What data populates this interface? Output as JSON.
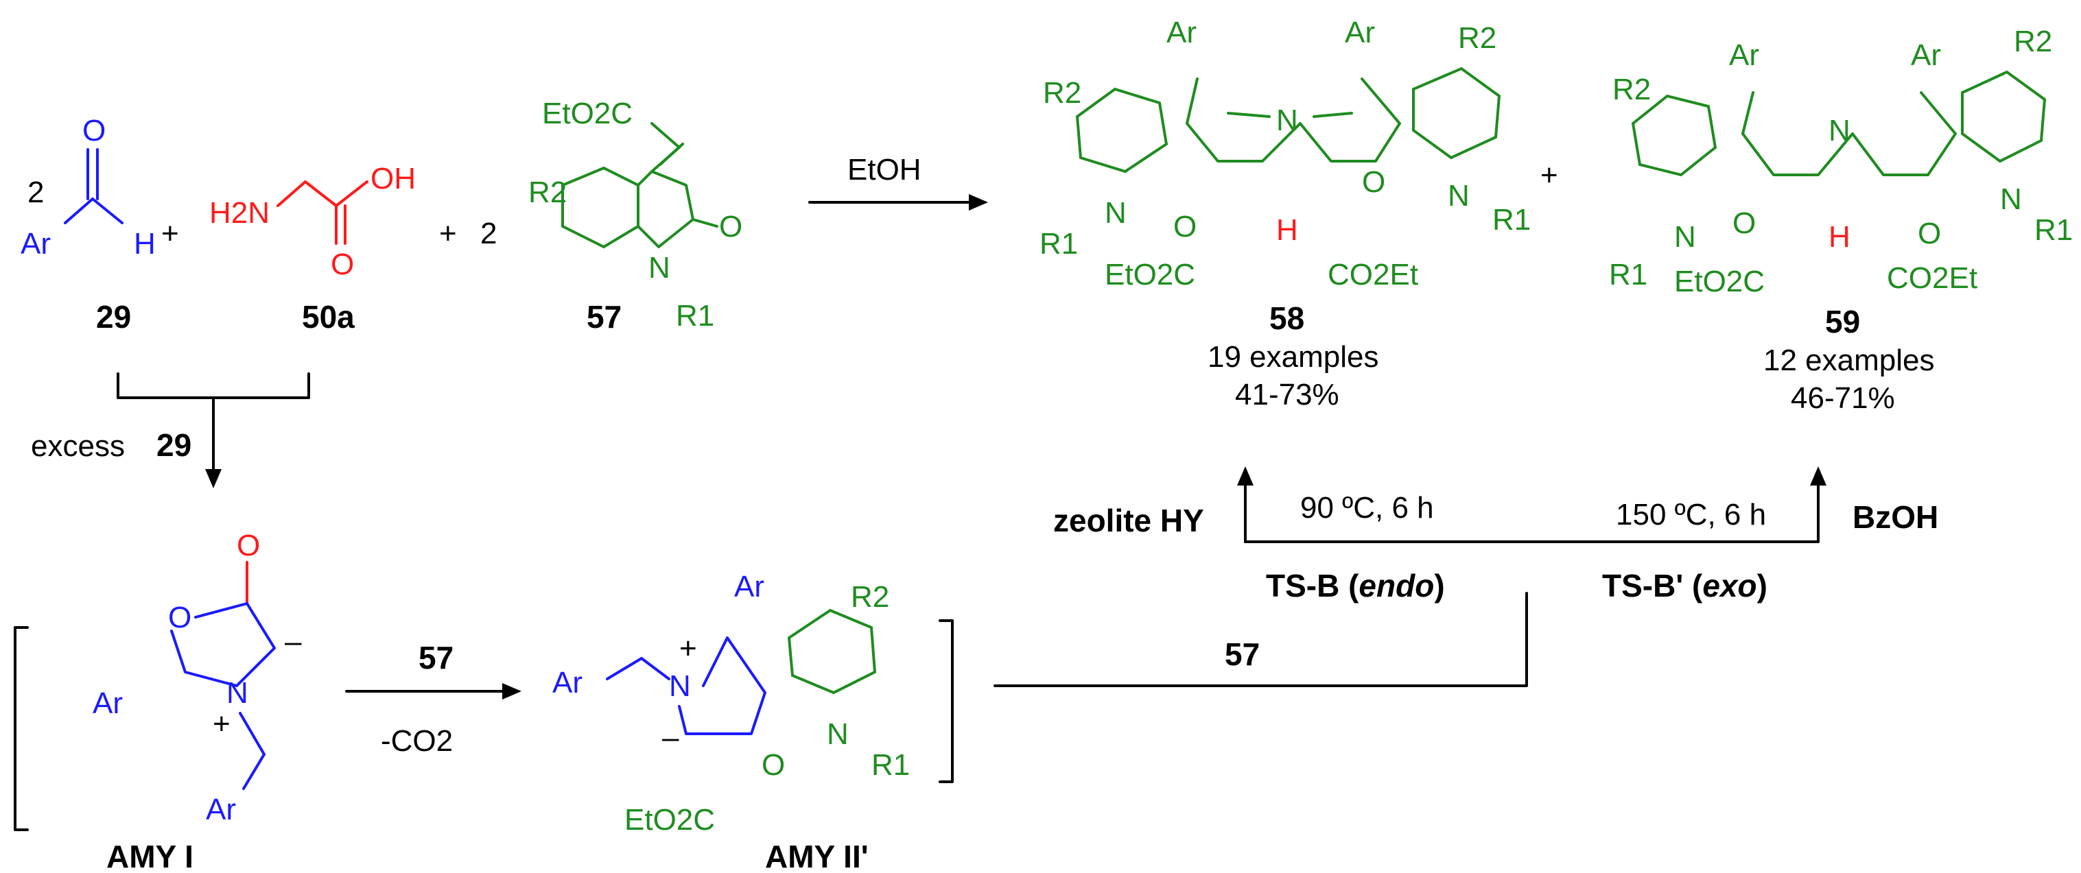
{
  "reagents": {
    "coef_29": "2",
    "ar": "Ar",
    "h": "H",
    "o": "O",
    "plus": "+",
    "h2n": "H2N",
    "oh": "OH",
    "coef_57": "2",
    "eto2c": "EtO2C",
    "r2": "R2",
    "n": "N",
    "r1": "R1",
    "label_29": "29",
    "label_50a": "50a",
    "label_57": "57"
  },
  "arrows": {
    "etoh": "EtOH",
    "excess_prefix": "excess",
    "excess_ref": "29",
    "arrow2_top": "57",
    "arrow2_bottom": "-CO2",
    "arrow3_top": "57",
    "zeolite": "zeolite HY",
    "cond_left": "90 ºC, 6 h",
    "cond_right": "150 ºC, 6 h",
    "bzoh": "BzOH",
    "ts_endo_pre": "TS-B (",
    "ts_endo_it": "endo",
    "ts_endo_post": ")",
    "ts_exo_pre": "TS-B' (",
    "ts_exo_it": "exo",
    "ts_exo_post": ")"
  },
  "products": {
    "p58": {
      "label": "58",
      "examples": "19 examples",
      "yield": "41-73%"
    },
    "p59": {
      "label": "59",
      "examples": "12 examples",
      "yield": "46-71%"
    },
    "plus": "+",
    "ar": "Ar",
    "n": "N",
    "h": "H",
    "o": "O",
    "r1": "R1",
    "r2": "R2",
    "eto2c": "EtO2C",
    "co2et": "CO2Et"
  },
  "intermediates": {
    "amy1": "AMY I",
    "amy2": "AMY II'",
    "ar": "Ar",
    "o": "O",
    "n": "N",
    "plus": "+",
    "minus": "–",
    "r1": "R1",
    "r2": "R2",
    "eto2c": "EtO2C"
  },
  "colors": {
    "aldehyde": "#1a1aff",
    "glycine": "#ff1a1a",
    "oxindole": "#1f8c1f",
    "text": "#000000"
  }
}
